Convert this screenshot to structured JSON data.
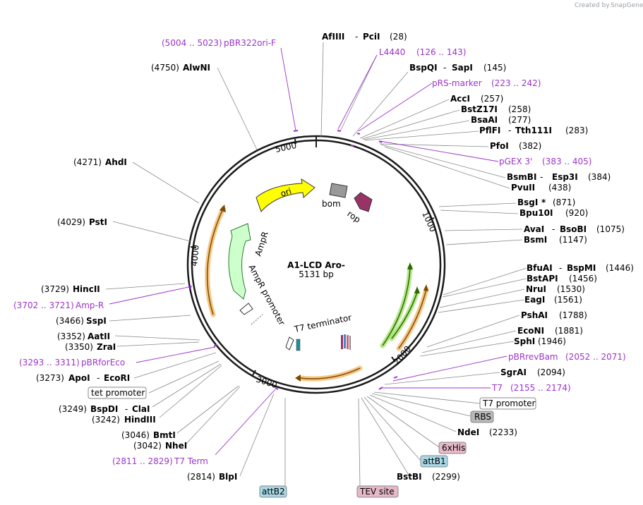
{
  "credit": {
    "prefix": "Created by",
    "brand": "SnapGene"
  },
  "plasmid": {
    "name": "A1-LCD Aro-",
    "size": "5131 bp"
  },
  "ticks": [
    "1000",
    "2000",
    "3000",
    "4000",
    "5000"
  ],
  "features": {
    "ori": "ori",
    "ampr": "AmpR",
    "ampr_promoter": "AmpR promoter",
    "bom": "bom",
    "rop": "rop",
    "t7_terminator": "T7 terminator"
  },
  "sites": {
    "aflIII": "AfIIII",
    "aflIII_sep": "-",
    "aflIII_2": "PciI",
    "aflIII_pos": "(28)",
    "l4440": "L4440",
    "l4440_pos": "(126 .. 143)",
    "bspqi": "BspQI",
    "bspqi_sep": "-",
    "bspqi_2": "SapI",
    "bspqi_pos": "(145)",
    "prs": "pRS-marker",
    "prs_pos": "(223 .. 242)",
    "acci": "AccI",
    "acci_pos": "(257)",
    "bstz": "BstZ17I",
    "bstz_pos": "(258)",
    "bsaai": "BsaAI",
    "bsaai_pos": "(277)",
    "pflfi": "PflFI",
    "pflfi_sep": "-",
    "pflfi_2": "Tth111I",
    "pflfi_pos": "(283)",
    "pfoi": "PfoI",
    "pfoi_pos": "(382)",
    "pgex": "pGEX 3'",
    "pgex_pos": "(383 .. 405)",
    "bsmbi": "BsmBI",
    "bsmbi_sep": "-",
    "bsmbi_2": "Esp3I",
    "bsmbi_pos": "(384)",
    "pvuii": "PvuII",
    "pvuii_pos": "(438)",
    "bsgi": "BsgI",
    "bsgi_star": "*",
    "bsgi_pos": "(871)",
    "bpu": "Bpu10I",
    "bpu_pos": "(920)",
    "avai": "AvaI",
    "avai_sep": "-",
    "avai_2": "BsoBI",
    "avai_pos": "(1075)",
    "bsmi": "BsmI",
    "bsmi_pos": "(1147)",
    "bfuai": "BfuAI",
    "bfuai_sep": "-",
    "bfuai_2": "BspMI",
    "bfuai_pos": "(1446)",
    "bstapi": "BstAPI",
    "bstapi_pos": "(1456)",
    "nrui": "NruI",
    "nrui_pos": "(1530)",
    "eagi": "EagI",
    "eagi_pos": "(1561)",
    "pshai": "PshAI",
    "pshai_pos": "(1788)",
    "econi": "EcoNI",
    "econi_pos": "(1881)",
    "sphi": "SphI",
    "sphi_pos": "(1946)",
    "pbrrev": "pBRrevBam",
    "pbrrev_pos": "(2052 .. 2071)",
    "sgrai": "SgrAI",
    "sgrai_pos": "(2094)",
    "t7": "T7",
    "t7_pos": "(2155 .. 2174)",
    "t7prom": "T7 promoter",
    "rbs": "RBS",
    "ndei": "NdeI",
    "ndei_pos": "(2233)",
    "his": "6xHis",
    "attb1": "attB1",
    "bstbi": "BstBI",
    "bstbi_pos": "(2299)",
    "tev": "TEV site",
    "attb2": "attB2",
    "blpi": "BlpI",
    "blpi_pos": "(2814)",
    "t7term": "T7 Term",
    "t7term_pos": "(2811 .. 2829)",
    "nhei": "NheI",
    "nhei_pos": "(3042)",
    "bmti": "BmtI",
    "bmti_pos": "(3046)",
    "hindiii": "HindIII",
    "hindiii_pos": "(3242)",
    "bspdi": "BspDI",
    "bspdi_sep": "-",
    "bspdi_2": "ClaI",
    "bspdi_pos": "(3249)",
    "tetprom": "tet promoter",
    "apoi": "ApoI",
    "apoi_sep": "-",
    "apoi_2": "EcoRI",
    "apoi_pos": "(3273)",
    "pbrfor": "pBRforEco",
    "pbrfor_pos": "(3293 .. 3311)",
    "zrai": "ZraI",
    "zrai_pos": "(3350)",
    "aatii": "AatII",
    "aatii_pos": "(3352)",
    "sspi": "SspI",
    "sspi_pos": "(3466)",
    "ampr_primer": "Amp-R",
    "ampr_primer_pos": "(3702 .. 3721)",
    "hincii": "HincII",
    "hincii_pos": "(3729)",
    "psti": "PstI",
    "psti_pos": "(4029)",
    "ahdi": "AhdI",
    "ahdi_pos": "(4271)",
    "alwni": "AlwNI",
    "alwni_pos": "(4750)",
    "pbr322": "pBR322ori-F",
    "pbr322_pos": "(5004 .. 5023)"
  },
  "colors": {
    "ring": "#1a1a1a",
    "ori": "#ffff00",
    "ampr": "#ccffcc",
    "rop": "#993366",
    "bom": "#999999",
    "orange": "#f0a030",
    "green": "#339900",
    "primer": "#9b33c9",
    "tag_his": "#e6b8c8",
    "tag_att": "#a8d8e6",
    "tag_rbs": "#b8b8b8"
  }
}
